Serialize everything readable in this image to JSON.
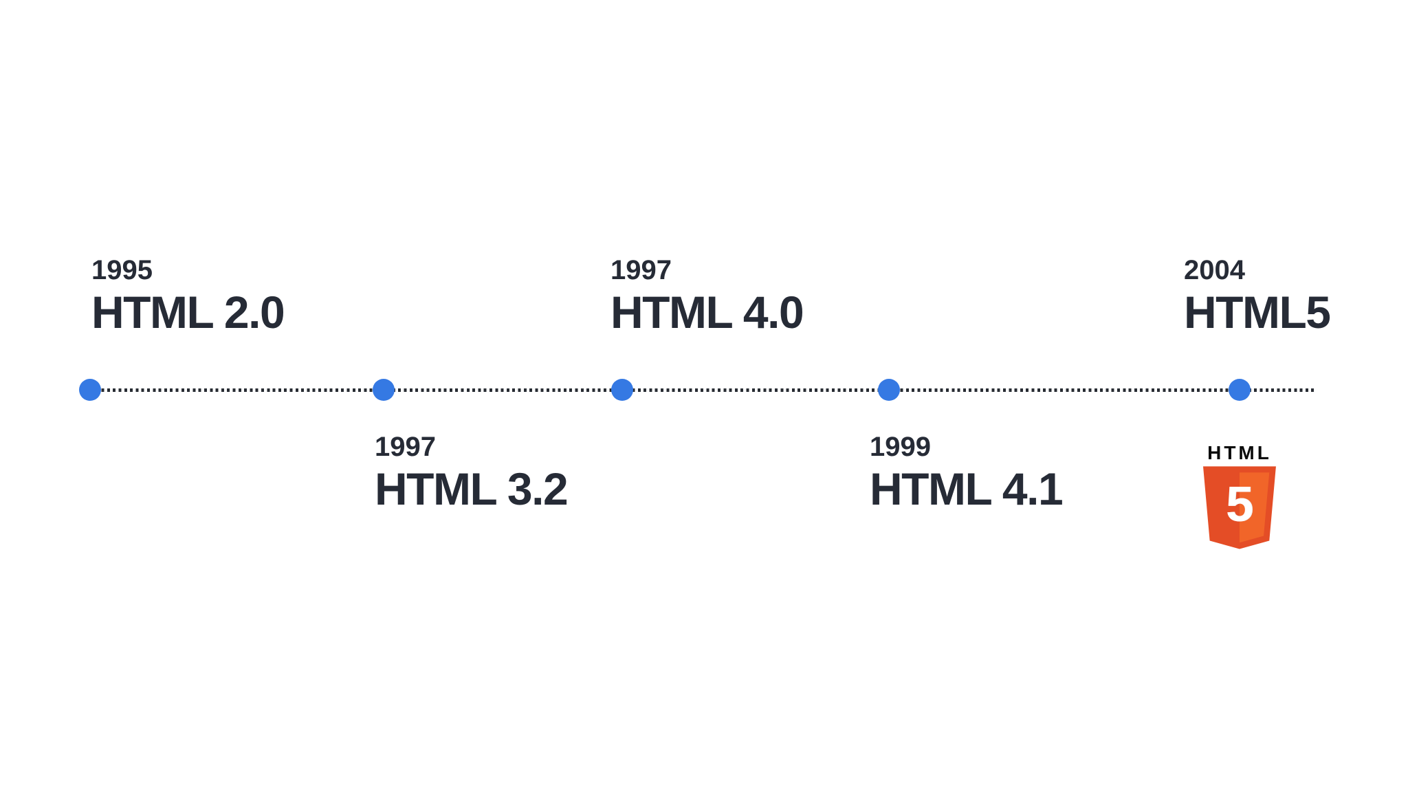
{
  "page": {
    "description": "Timeline of HTML version releases"
  },
  "theme": {
    "background": "#ffffff",
    "text_dark": "#262b36",
    "dot_blue": "#3579e3",
    "track_dark": "#282c33",
    "logo_orange_dark": "#e44d26",
    "logo_orange_light": "#f16529",
    "logo_numeral_white": "#ffffff",
    "logo_wordmark_black": "#0b0b0b"
  },
  "timeline": {
    "track_style": "dotted",
    "items": [
      {
        "year": "1995",
        "version": "HTML 2.0",
        "side": "above"
      },
      {
        "year": "1997",
        "version": "HTML 3.2",
        "side": "below"
      },
      {
        "year": "1997",
        "version": "HTML 4.0",
        "side": "above"
      },
      {
        "year": "1999",
        "version": "HTML 4.1",
        "side": "below"
      },
      {
        "year": "2004",
        "version": "HTML5",
        "side": "above"
      }
    ],
    "logo": {
      "wordmark": "HTML",
      "numeral": "5"
    }
  }
}
